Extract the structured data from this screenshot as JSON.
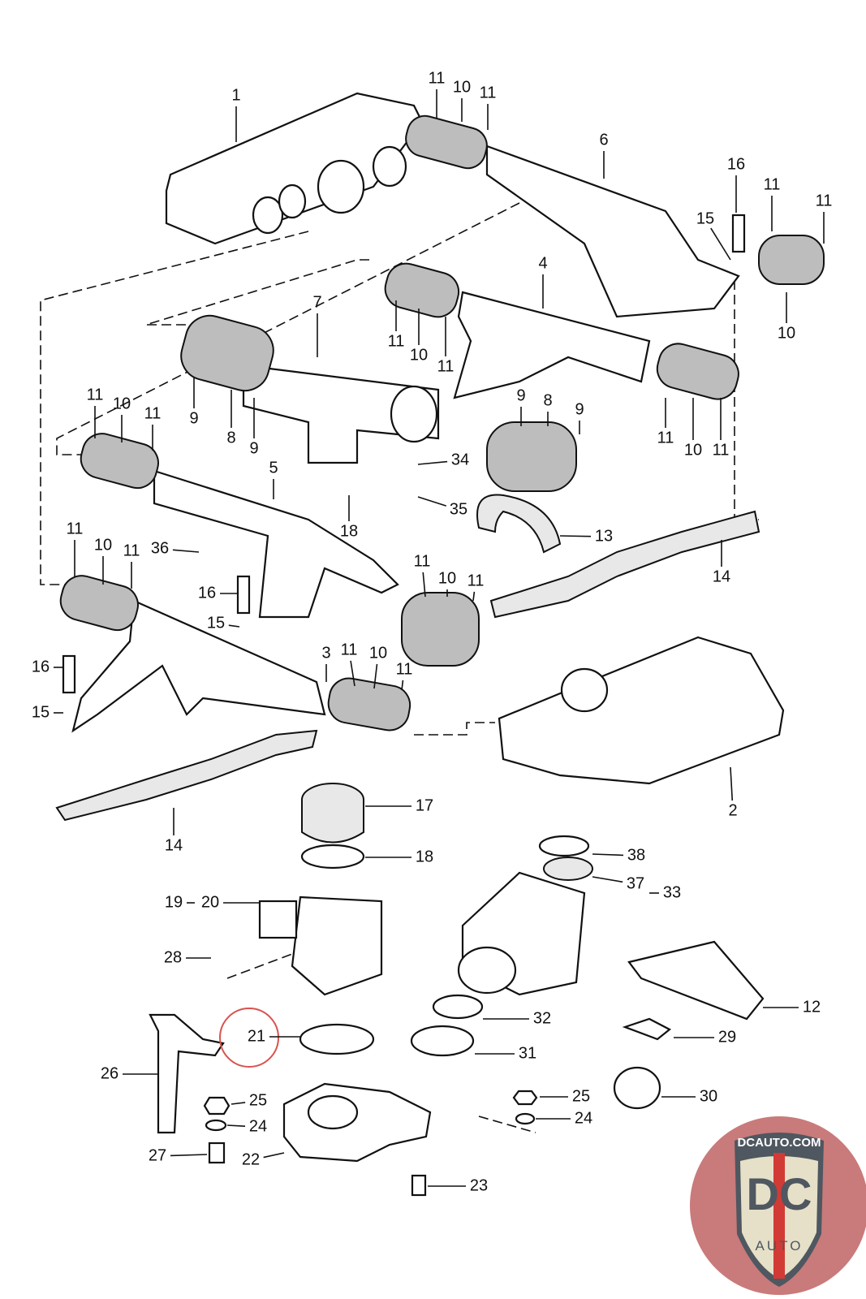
{
  "diagram": {
    "callouts": [
      "1",
      "11",
      "10",
      "11",
      "6",
      "16",
      "11",
      "11",
      "15",
      "4",
      "10",
      "7",
      "11",
      "10",
      "11",
      "9",
      "8",
      "9",
      "11",
      "10",
      "11",
      "9",
      "8",
      "9",
      "11",
      "10",
      "11",
      "34",
      "5",
      "35",
      "18",
      "13",
      "11",
      "10",
      "11",
      "36",
      "11",
      "10",
      "11",
      "14",
      "16",
      "15",
      "16",
      "3",
      "11",
      "10",
      "11",
      "15",
      "2",
      "17",
      "14",
      "18",
      "38",
      "37",
      "33",
      "19",
      "20",
      "28",
      "12",
      "32",
      "21",
      "29",
      "31",
      "26",
      "25",
      "24",
      "25",
      "24",
      "30",
      "27",
      "22",
      "23"
    ],
    "highlighted_callout": "21",
    "highlight_color": "#d9534f"
  },
  "logo": {
    "top_text": "DCAUTO.COM",
    "main_text": "DC",
    "sub_text": "AUTO",
    "colors": {
      "badge": "#c97a7a",
      "shield": "#e6e0c8",
      "stripe": "#d23a36",
      "letters": "#4f5760"
    }
  }
}
